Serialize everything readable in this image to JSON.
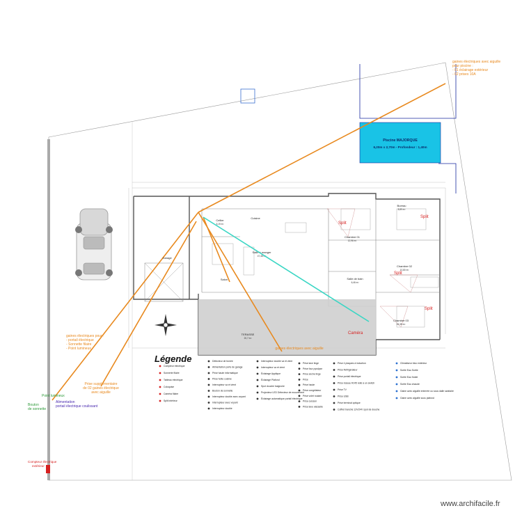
{
  "pool": {
    "title": "Piscine MAJORQUE",
    "dims": "6,20m x 2,70m - Profondeur : 1,40m",
    "fill": "#19c3e6"
  },
  "annotations": {
    "pool_sheaths": [
      "gaines électriques avec aiguille",
      "pour piscine :",
      "- 01 éclairage extérieur",
      "- 02 prises 10A"
    ],
    "gate_sheaths": [
      "gaines électriques pour :",
      "- portail électrique",
      "- Sonnette filaire",
      "- Point lumineux"
    ],
    "extra_sheaths": [
      "Prise supplémentaire",
      "de 02 gaines électrique",
      "avec aiguille"
    ],
    "terrace_sheaths": "gaines électriques avec aiguille",
    "point_lumineux": "Point lumineux",
    "bouton": [
      "Bouton",
      "de sonnette"
    ],
    "alimentation": [
      "Alimentation",
      "portail électrique coulissant"
    ],
    "compteur": [
      "Compteur électrique",
      "extérieur"
    ],
    "garage": "Garage",
    "split": "Split",
    "camera": "Caméra"
  },
  "rooms": [
    {
      "name": "Cellier",
      "area": "5,19 m²"
    },
    {
      "name": "Cuisine",
      "area": ""
    },
    {
      "name": "Salle à manger",
      "area": "47,48 m²"
    },
    {
      "name": "Salon",
      "area": ""
    },
    {
      "name": "Chambre 01",
      "area": "12,96 m²"
    },
    {
      "name": "Bureau",
      "area": "8,89 m²"
    },
    {
      "name": "Chambre 02",
      "area": "10,80 m²"
    },
    {
      "name": "Salle de bain",
      "area": "6,46 m²"
    },
    {
      "name": "Chambre 03",
      "area": "15,38 m²"
    },
    {
      "name": "TERASSE",
      "area": "20,7 m²"
    }
  ],
  "legend": {
    "title": "Légende",
    "col1": [
      "Compteur électrique",
      "Sonnerie filaire",
      "Tableau électrique",
      "Coloquise",
      "Caméra filaire",
      "Split intérieur"
    ],
    "col2": [
      "Détecteur de fumée",
      "Alimentation porte de garage",
      "Prise haute informatique",
      "Prise hotte cuisine",
      "Interrupteur va et vient",
      "Bouton de sonnette",
      "Interrupteur double avec voyant",
      "Interrupteur avec voyant",
      "Interrupteur double"
    ],
    "col3": [
      "Interrupteur double va et vient",
      "Interrupteur va et vient",
      "Éclairage Applique",
      "Éclairage Plafond",
      "Spot douche baignoire",
      "Projecteur LED Détecteur de mouvement",
      "Éclairage automatique portail électrique"
    ],
    "col4": [
      "Prise lave linge",
      "Prise four pyrolyse",
      "Prise sèche linge",
      "Prise",
      "Prise haute",
      "Prise congélateur",
      "Prise volet roulant",
      "Prise cuisson",
      "Prise lave vaisselle"
    ],
    "col5": [
      "Prise 4 plaques à induction",
      "Prise Réfrigérateur",
      "Prise portail électrique",
      "Prise réseau RJ45 relié à un switch",
      "Prise TV",
      "Prise USB",
      "Prise terminal optique",
      "Coffret tranché 12V/24V spot de douche"
    ],
    "col6": [
      "Climatiseur bloc extérieur",
      "Sortie Eau Sortie",
      "Sortie Eau froide",
      "Sortie Eau chaude",
      "Gaine avec aiguille enterrée ou sous dalle sanitaire",
      "Gaine avec aiguille sous plafond"
    ]
  },
  "colors": {
    "sheath_orange": "#e8891e",
    "sheath_cyan": "#3ad6c4",
    "pool_blue": "#19c3e6",
    "terrace_grey": "#cfcfcf",
    "pool_outline": "#1a2aa0"
  },
  "footer": "www.archifacile.fr"
}
